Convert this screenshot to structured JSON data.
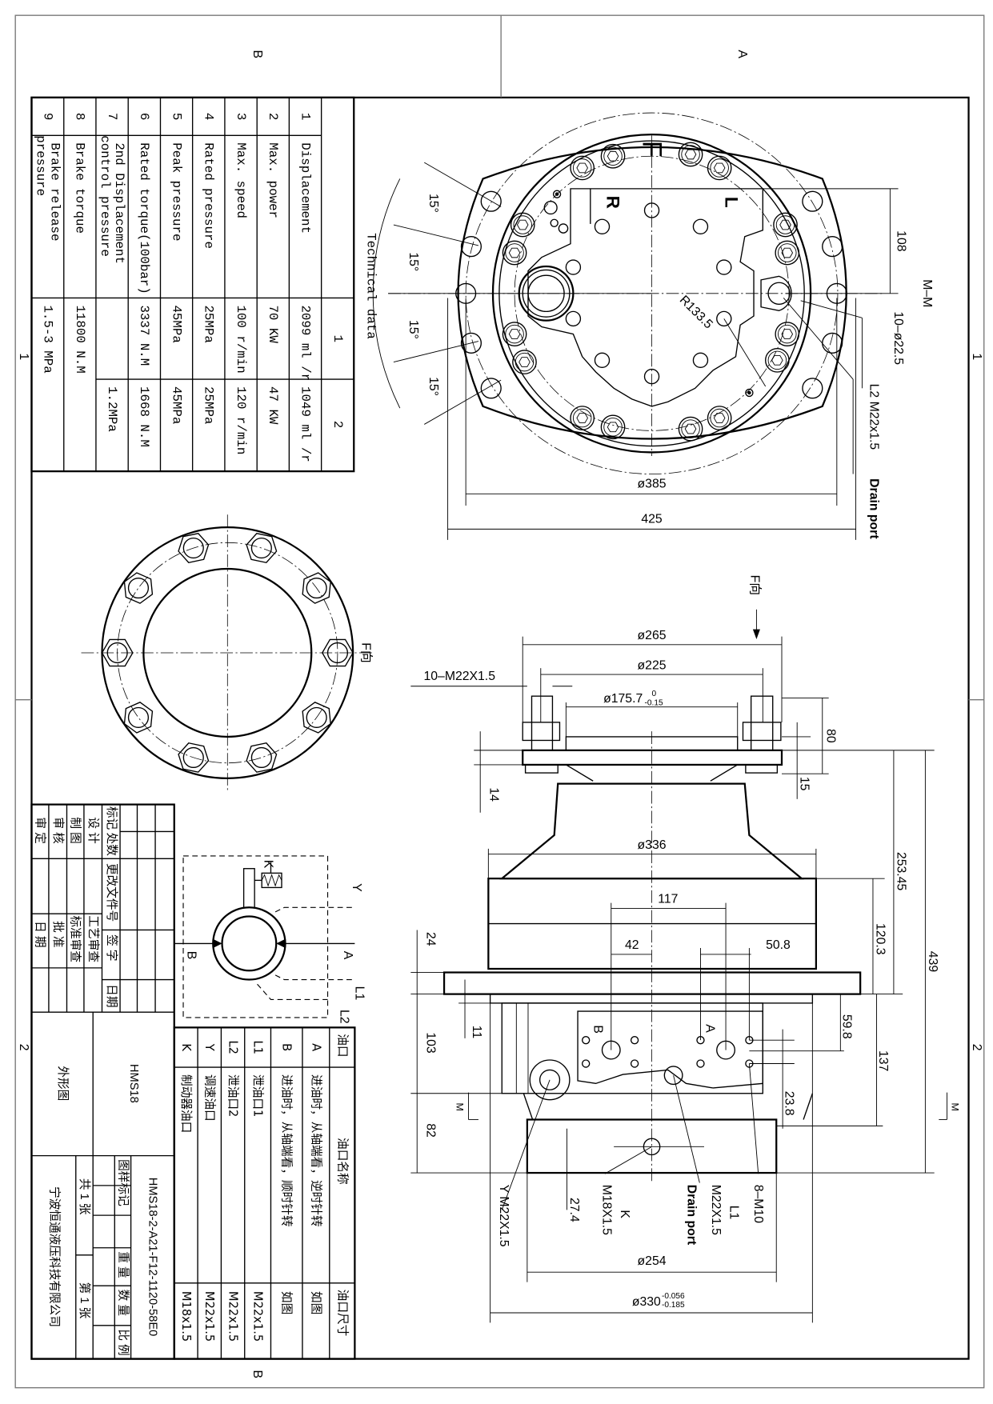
{
  "zones": {
    "top_left": "B",
    "top_right": "A",
    "left_1": "1",
    "right_1": "1",
    "left_2": "2",
    "right_2": "2",
    "bottom": "B"
  },
  "tech_data": {
    "title": "Technical data",
    "col_headers": [
      "1",
      "2"
    ],
    "rows": [
      {
        "no": "1",
        "param": [
          "Displacement"
        ],
        "v1": "2099 ml /r",
        "v2": "1049 ml /r"
      },
      {
        "no": "2",
        "param": [
          "Max. power"
        ],
        "v1": "70 KW",
        "v2": "47 KW"
      },
      {
        "no": "3",
        "param": [
          "Max. speed"
        ],
        "v1": "100 r/min",
        "v2": "120 r/min"
      },
      {
        "no": "4",
        "param": [
          "Rated pressure"
        ],
        "v1": "25MPa",
        "v2": "25MPa"
      },
      {
        "no": "5",
        "param": [
          "Peak pressure"
        ],
        "v1": "45MPa",
        "v2": "45MPa"
      },
      {
        "no": "6",
        "param": [
          "Rated torque(100bar)"
        ],
        "v1": "3337 N.M",
        "v2": "1668 N.M"
      },
      {
        "no": "7",
        "param": [
          "2nd Displacement",
          "control pressure"
        ],
        "v1": "",
        "v2": "1.2MPa"
      },
      {
        "no": "8",
        "param": [
          "Brake torque"
        ],
        "v1": "11800 N.M",
        "v2": ""
      },
      {
        "no": "9",
        "param": [
          "Brake release",
          "pressure"
        ],
        "v1": "1.5-3 MPa",
        "v2": ""
      }
    ]
  },
  "port_table": {
    "headers": [
      "油口",
      "油口名称",
      "油口尺寸"
    ],
    "rows": [
      {
        "code": "A",
        "name": "进油时，从轴端看，逆时针转",
        "size": "如图"
      },
      {
        "code": "B",
        "name": "进油时，从轴端看，顺时针转",
        "size": "如图"
      },
      {
        "code": "L1",
        "name": "泄油口1",
        "size": "M22x1.5"
      },
      {
        "code": "L2",
        "name": "泄油口2",
        "size": "M22x1.5"
      },
      {
        "code": "Y",
        "name": "调速油口",
        "size": "M22x1.5"
      },
      {
        "code": "K",
        "name": "制动器油口",
        "size": "M18x1.5"
      }
    ]
  },
  "title_block": {
    "mark": "标记",
    "count": "处数",
    "change_doc": "更改文件号",
    "sign": "签 字",
    "date": "日期",
    "design": "设 计",
    "drawn": "制 图",
    "check": "审 核",
    "approve_final": "审 定",
    "process": "工艺审查",
    "standard": "标准审查",
    "approve": "批 准",
    "date2": "日 期",
    "drawing_type": "外形图",
    "model": "HMS18",
    "drawing_no": "HMS18-2-A21-F12-1120-58E0",
    "sample_mark": "图样标记",
    "weight": "重 量",
    "quantity": "数 量",
    "scale": "比 例",
    "total_sheets": "共 1 张",
    "sheet_no": "第 1 张",
    "company": "宁波恒通液压科技有限公司"
  },
  "hydraulic_symbol": {
    "K": "K",
    "Y": "Y",
    "A": "A",
    "B": "B",
    "L1": "L1",
    "L2": "L2"
  },
  "front_view": {
    "label_F": "F",
    "R": "R",
    "L": "L",
    "angles": [
      "15°",
      "15°",
      "15°",
      "15°"
    ],
    "dim_108": "108",
    "section": "M–M",
    "holes": "10–ø22.5",
    "radius": "R133.5",
    "l2": "L2  M22x1.5",
    "drain": "Drain port",
    "dia_385": "ø385",
    "width_425": "425"
  },
  "f_view": {
    "label": "F向"
  },
  "side_view": {
    "direction": "F向",
    "dia_265": "ø265",
    "dia_225": "ø225",
    "studs": "10–M22X1.5",
    "dia_175": "ø175.7",
    "tol_175_up": "0",
    "tol_175_dn": "-0.15",
    "d80": "80",
    "d15": "15",
    "d14": "14",
    "d253": "253.45",
    "d120": "120.3",
    "d439": "439",
    "dia_336": "ø336",
    "d117": "117",
    "d42": "42",
    "d50": "50.8",
    "d24": "24",
    "d11": "11",
    "d103": "103",
    "d82": "82",
    "d59": "59.8",
    "d137": "137",
    "d23": "23.8",
    "d27": "27.4",
    "port_B": "B",
    "port_A": "A",
    "m_left": "M",
    "m_right": "M",
    "y_port": "Y  M22X1.5",
    "k_port": "K",
    "k_size": "M18X1.5",
    "drain": "Drain port",
    "l1_port": "L1",
    "l1_size": "M22X1.5",
    "m10": "8–M10",
    "dia_254": "ø254",
    "dia_330": "ø330",
    "tol_330_up": "-0.056",
    "tol_330_dn": "-0.185"
  }
}
